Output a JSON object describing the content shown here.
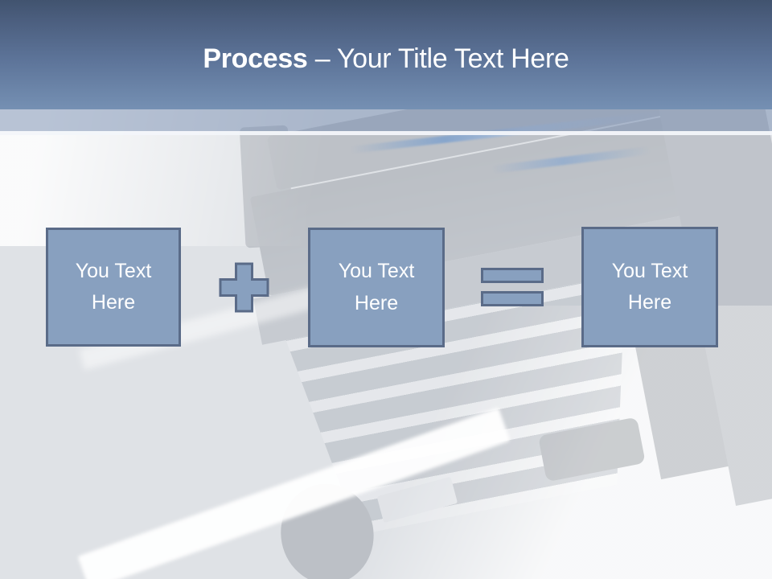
{
  "header": {
    "title_bold": "Process",
    "title_rest": " – Your Title Text Here"
  },
  "process": {
    "step1": "You Text Here",
    "step2": "You Text Here",
    "step3": "You Text Here"
  },
  "icons": {
    "plus": "+",
    "equals": "="
  },
  "colors": {
    "header_gradient_top": "#41536f",
    "header_gradient_bottom": "#7590b3",
    "band_overlay": "#a4aec2",
    "box_fill": "#88a0bf",
    "box_border": "#5a6b88",
    "title_text": "#ffffff",
    "box_text": "#ffffff",
    "background": "#dfe2e6"
  }
}
